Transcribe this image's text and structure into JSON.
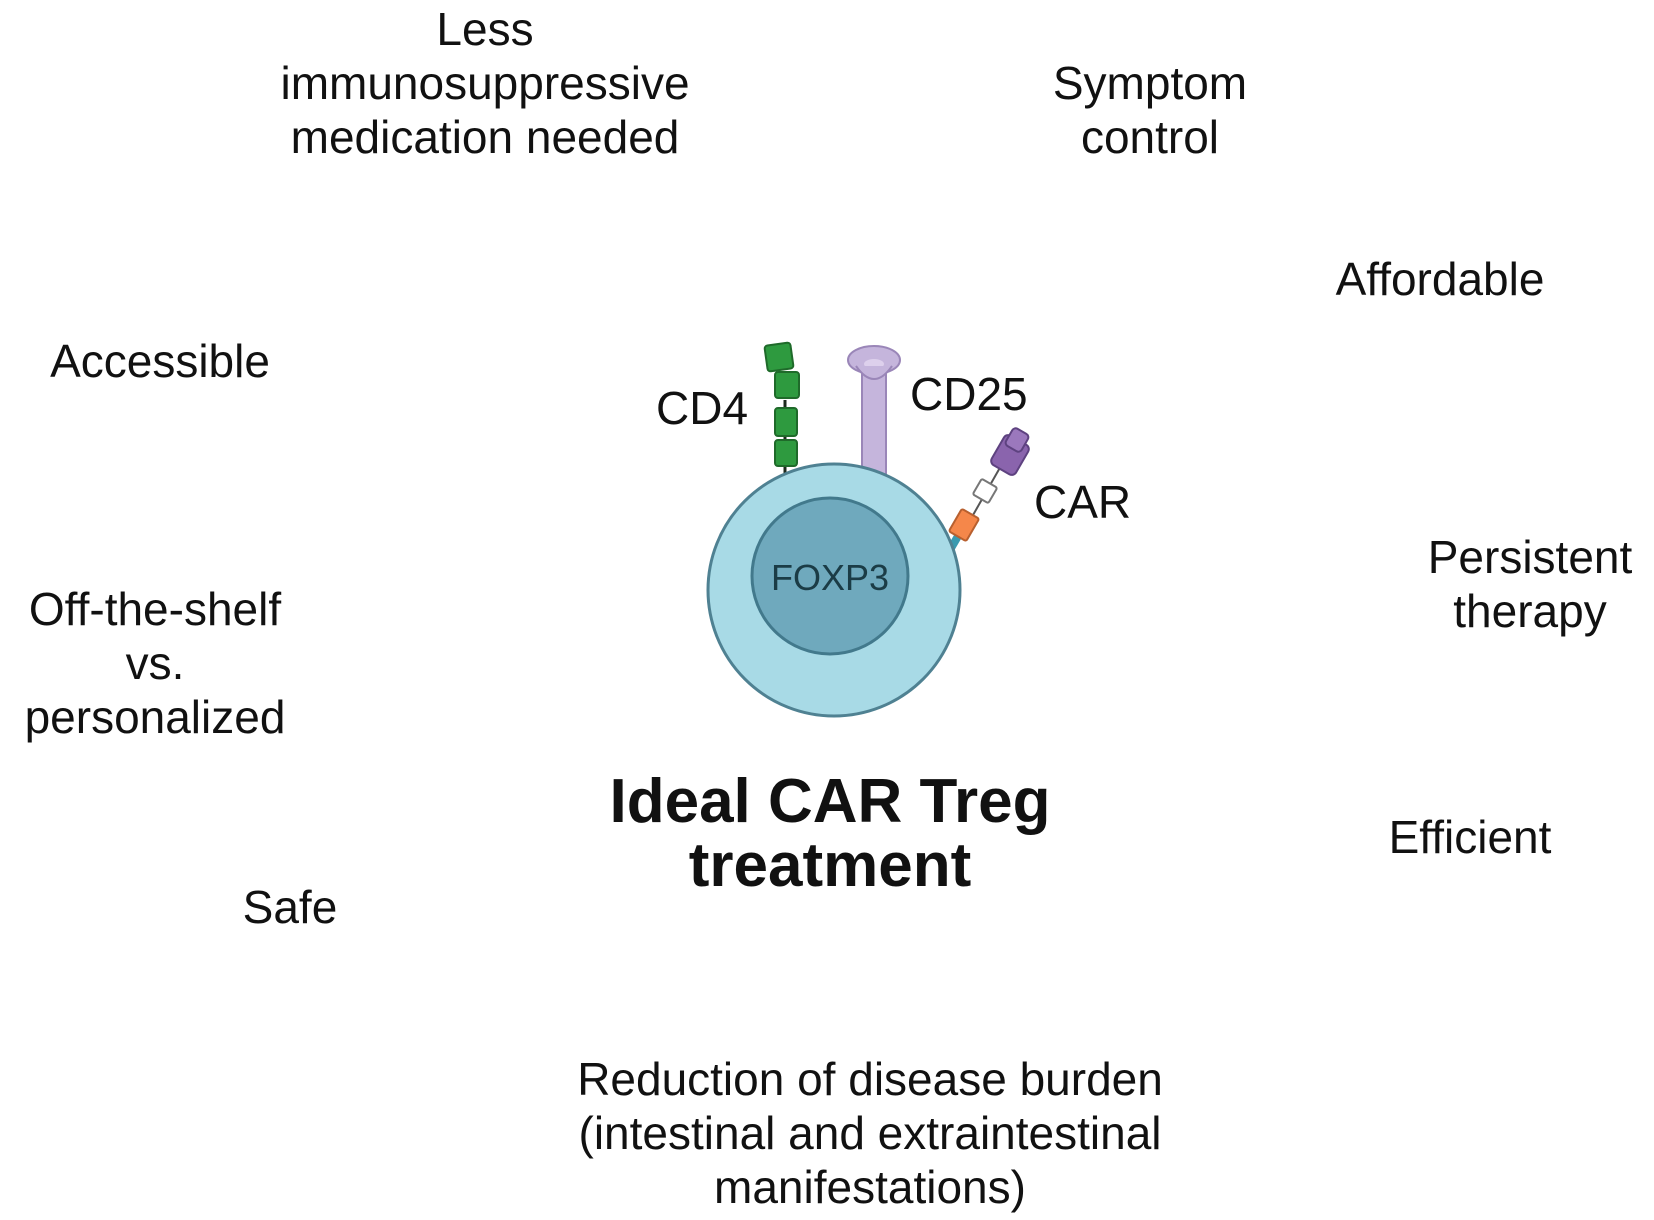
{
  "benefits": {
    "less_immunosuppressive": [
      "Less",
      "immunosuppressive",
      "medication needed"
    ],
    "symptom_control": [
      "Symptom",
      "control"
    ],
    "affordable": [
      "Affordable"
    ],
    "accessible": [
      "Accessible"
    ],
    "persistent_therapy": [
      "Persistent",
      "therapy"
    ],
    "off_the_shelf": [
      "Off-the-shelf",
      "vs.",
      "personalized"
    ],
    "efficient": [
      "Efficient"
    ],
    "safe": [
      "Safe"
    ],
    "reduction_disease_burden": [
      "Reduction of disease burden",
      "(intestinal and extraintestinal",
      "manifestations)"
    ]
  },
  "cell": {
    "nucleus_label": "FOXP3",
    "markers": {
      "cd4": "CD4",
      "cd25": "CD25",
      "car": "CAR"
    },
    "colors": {
      "cell_body": "#a8dae6",
      "nucleus": "#6fa9bd",
      "cd4": "#2e9a3f",
      "cd25": "#c5b5dc",
      "car_top": "#8a64ad",
      "car_hinge": "#f5874a"
    }
  },
  "title": [
    "Ideal CAR Treg",
    "treatment"
  ]
}
